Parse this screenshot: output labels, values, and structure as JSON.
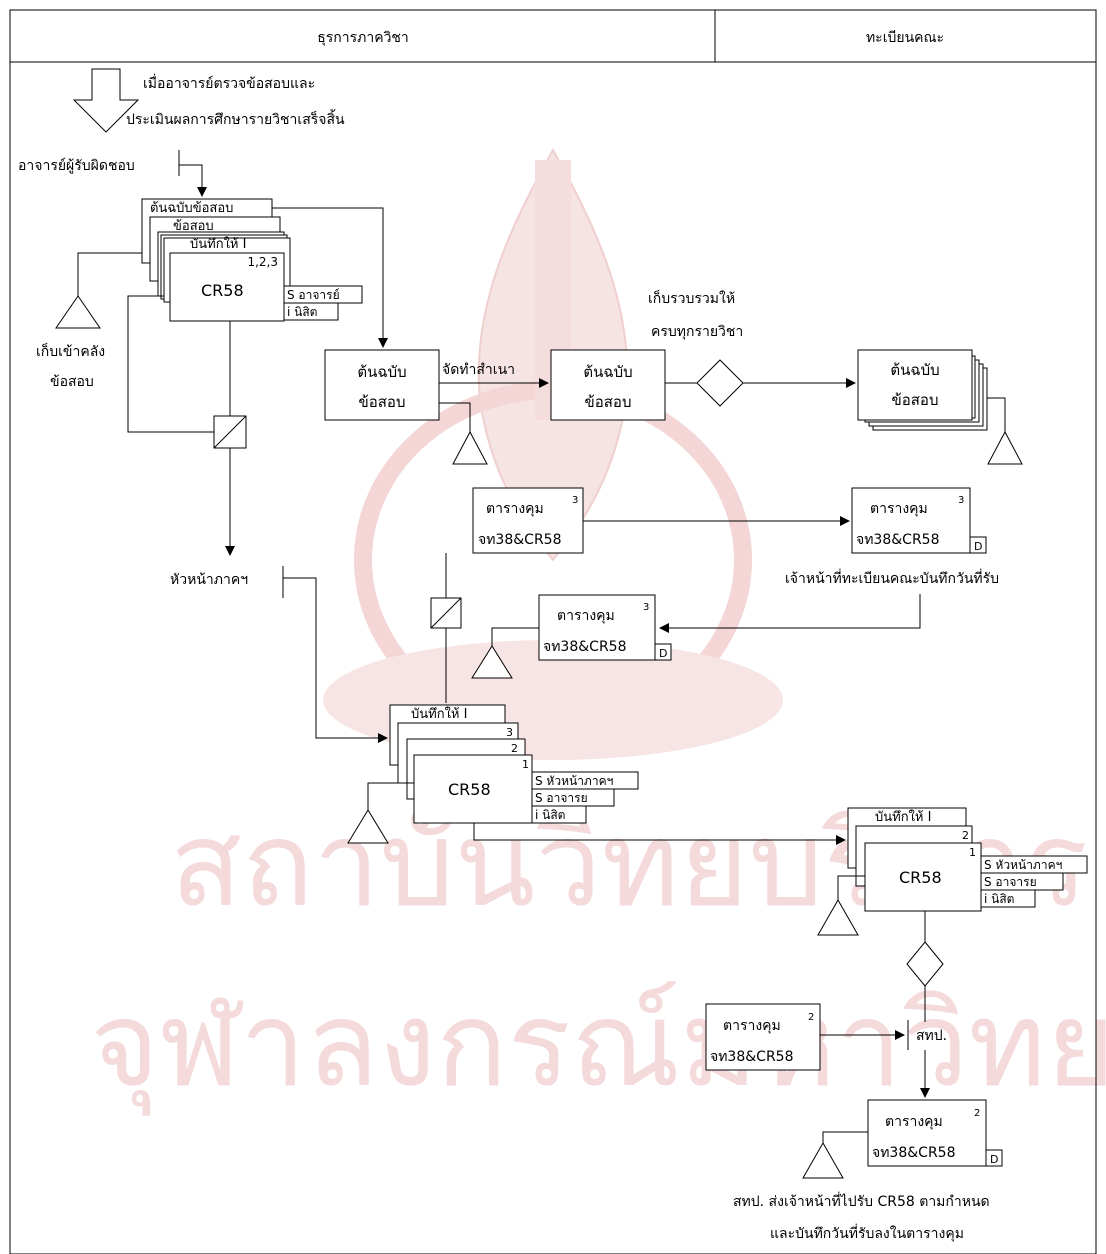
{
  "header": {
    "left_lane": "ธุรการภาควิชา",
    "right_lane": "ทะเบียนคณะ"
  },
  "watermark": {
    "line1": "สถาบันวิทยบริการ",
    "line2": "จุฬาลงกรณ์มหาวิทยาลัย"
  },
  "start": {
    "line1": "เมื่ออาจารย์ตรวจข้อสอบและ",
    "line2": "ประเมินผลการศึกษารายวิชาเสร็จสิ้น"
  },
  "labels": {
    "responsible_teacher": "อาจารย์ผู้รับผิดชอบ",
    "archive_line1": "เก็บเข้าคลัง",
    "archive_line2": "ข้อสอบ",
    "make_copy": "จัดทำสำเนา",
    "collect_line1": "เก็บรวบรวมให้",
    "collect_line2": "ครบทุกรายวิชา",
    "head_of_dept": "หัวหน้าภาคฯ",
    "registrar_note": "เจ้าหน้าที่ทะเบียนคณะบันทึกวันที่รับ",
    "stp": "สทป.",
    "final_note1": "สทป. ส่งเจ้าหน้าที่ไปรับ CR58 ตามกำหนด",
    "final_note2": "และบันทึกวันที่รับลงในตารางคุม"
  },
  "docs": {
    "exam_original": "ต้นฉบับข้อสอบ",
    "exam": "ข้อสอบ",
    "memo": "บันทึกให้ I",
    "cr58": "CR58",
    "cr58_copies": "1,2,3",
    "sig_teacher": "S อาจารย์",
    "sig_teacher2": "S อาจารย",
    "sig_head": "S หัวหน้าภาคฯ",
    "student": "i นิสิต",
    "orig_line1": "ต้นฉบับ",
    "orig_line2": "ข้อสอบ",
    "ctrl_line1": "ตารางคุม",
    "ctrl_line2": "จท38&CR58",
    "d": "D",
    "n1": "1",
    "n2": "2",
    "n3": "3"
  }
}
